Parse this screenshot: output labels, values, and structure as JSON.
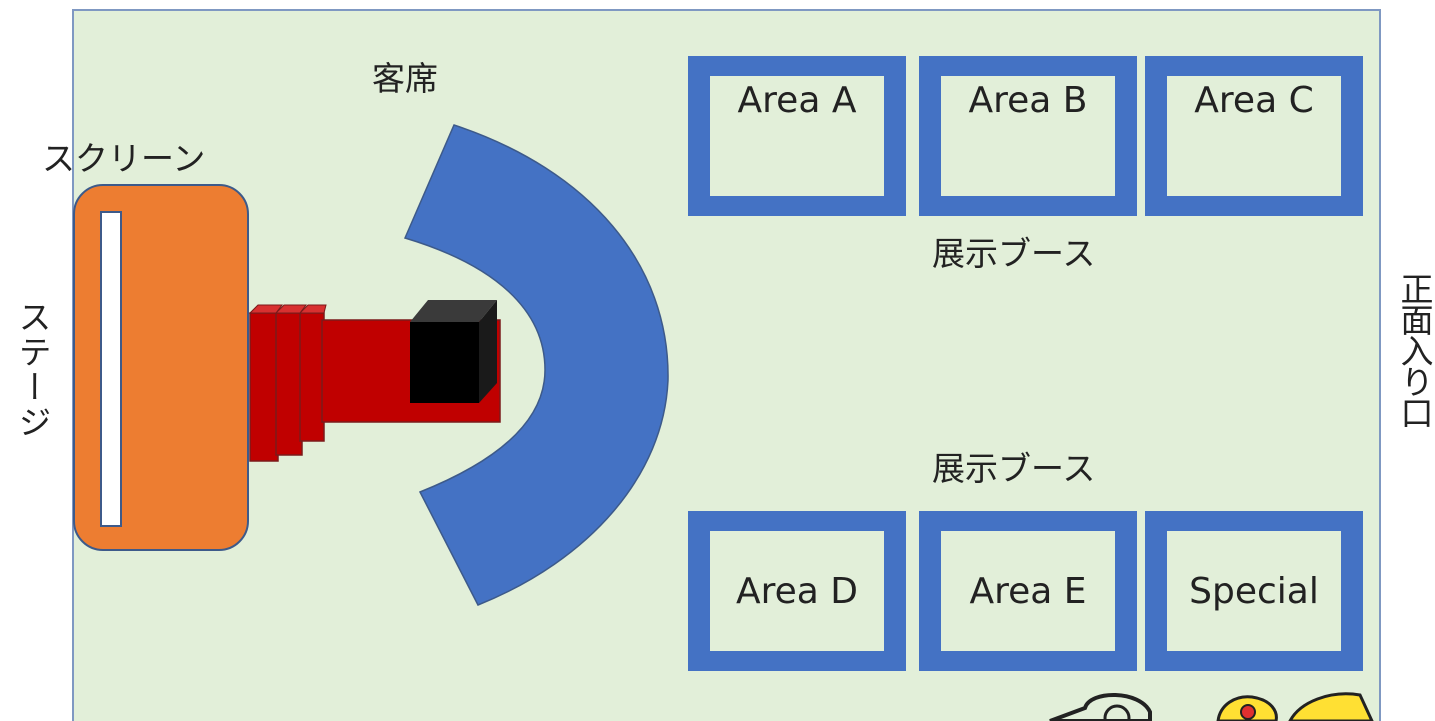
{
  "labels": {
    "audience": "客席",
    "screen": "スクリーン",
    "stage": "ステージ",
    "exhibit_top": "展示ブース",
    "exhibit_bottom": "展示ブース",
    "entrance": "正面入り口"
  },
  "booths": {
    "top": [
      "Area A",
      "Area B",
      "Area C"
    ],
    "bottom": [
      "Area D",
      "Area E",
      "Special"
    ]
  },
  "colors": {
    "floor": "#e2efd9",
    "booth": "#4472c4",
    "stage": "#ed7d31",
    "runway": "#c00000",
    "seating": "#4472c4"
  }
}
